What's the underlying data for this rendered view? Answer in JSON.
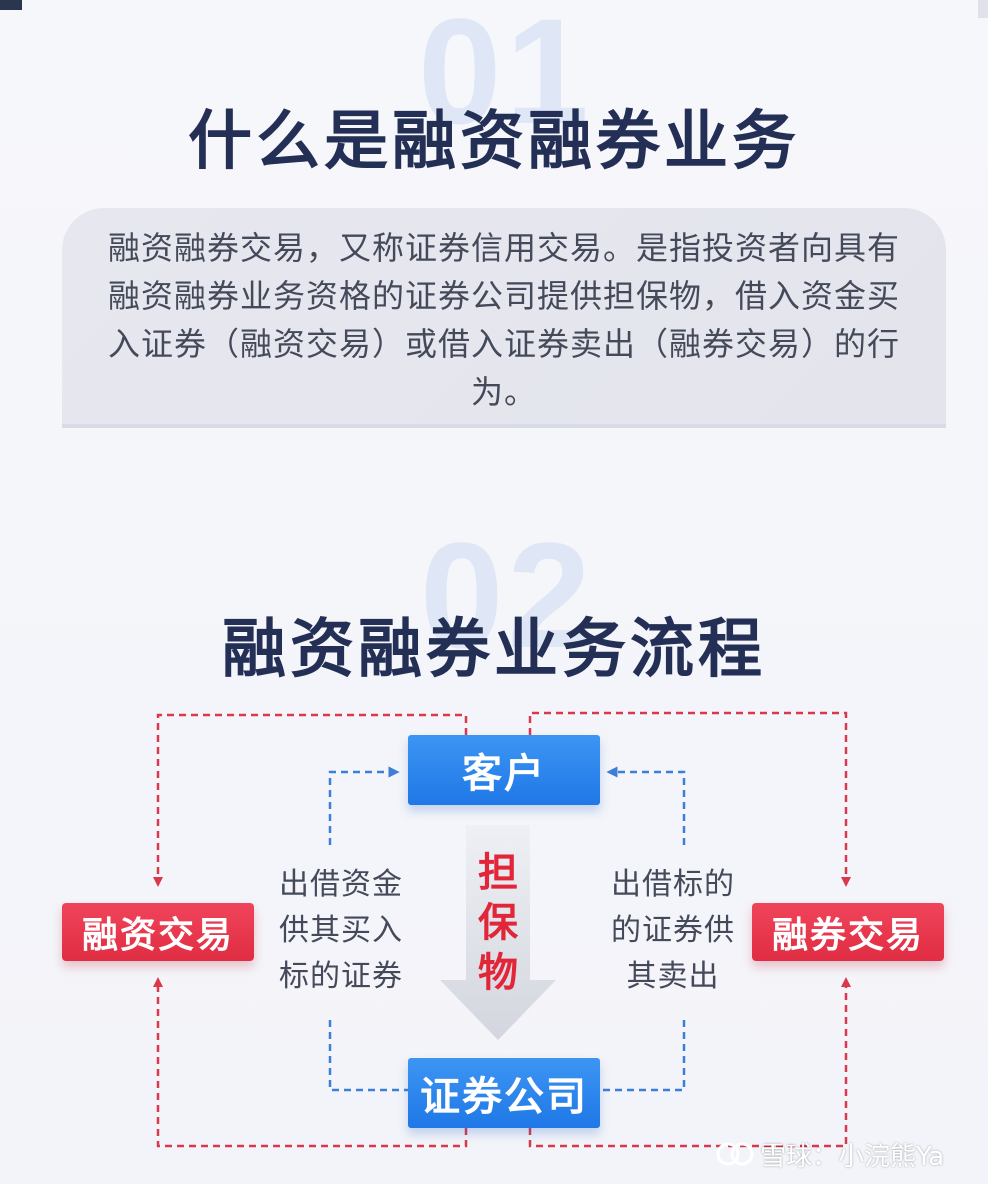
{
  "section1": {
    "number": "01",
    "title": "什么是融资融券业务",
    "definition": "融资融券交易，又称证券信用交易。是指投资者向具有融资融券业务资格的证券公司提供担保物，借入资金买入证券（融资交易）或借入证券卖出（融券交易）的行为。"
  },
  "section2": {
    "number": "02",
    "title": "融资融券业务流程",
    "nodes": {
      "client": "客户",
      "broker": "证券公司",
      "margin_trading": "融资交易",
      "short_selling": "融券交易"
    },
    "collateral_label": "担保物",
    "left_text": "出借资金供其买入标的证券",
    "right_text": "出借标的的证券供其卖出"
  },
  "colors": {
    "title": "#232f55",
    "blue_node": "#2a83ec",
    "red_node": "#e8364c",
    "red_dash": "#d9394a",
    "blue_dash": "#3c7fd6"
  },
  "watermark": {
    "text": "雪球：小浣熊Ya",
    "icon": "snowball-logo-icon"
  }
}
